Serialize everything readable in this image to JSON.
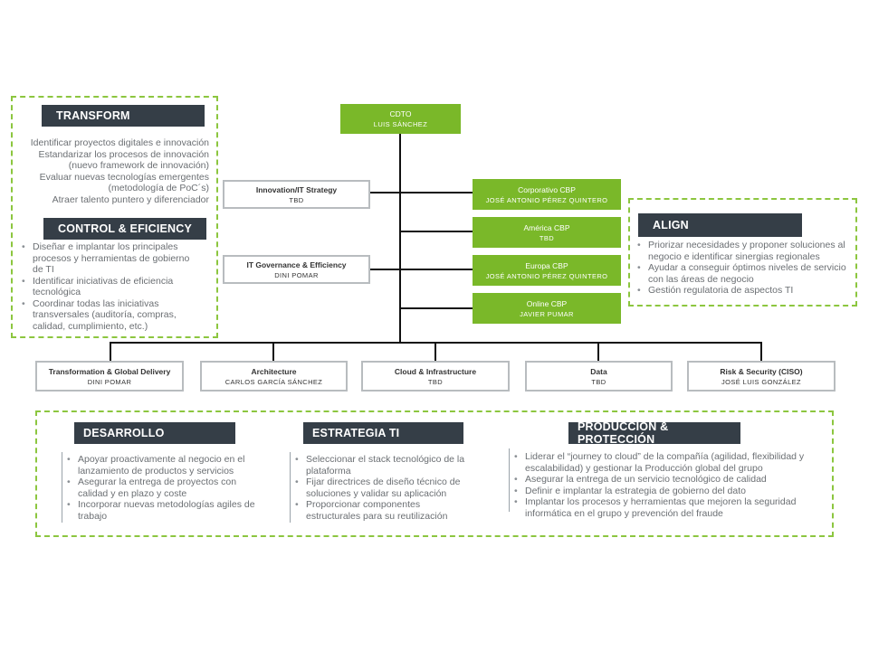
{
  "left": {
    "transform": {
      "title": "TRANSFORM",
      "lines": [
        "Identificar proyectos digitales e innovación",
        "Estandarizar los procesos de innovación",
        "(nuevo framework de innovación)",
        "Evaluar nuevas tecnologías emergentes",
        "(metodología de PoC´s)",
        "Atraer talento puntero y diferenciador"
      ]
    },
    "control": {
      "title": "CONTROL & EFICIENCY",
      "items": [
        "Diseñar e implantar los principales procesos y herramientas de gobierno de TI",
        "Identificar iniciativas de eficiencia tecnológica",
        "Coordinar todas las iniciativas transversales (auditoría, compras, calidad, cumplimiento, etc.)"
      ]
    }
  },
  "align": {
    "title": "ALIGN",
    "items": [
      "Priorizar necesidades y proponer soluciones al negocio e identificar sinergias regionales",
      "Ayudar a conseguir óptimos niveles de servicio con las áreas de negocio",
      "Gestión regulatoria de aspectos TI"
    ]
  },
  "org": {
    "cdto": {
      "title": "CDTO",
      "name": "LUIS SÁNCHEZ"
    },
    "staff_left": [
      {
        "title": "Innovation/IT Strategy",
        "name": "TBD"
      },
      {
        "title": "IT Governance & Efficiency",
        "name": "DINI POMAR"
      }
    ],
    "regions": [
      {
        "title": "Corporativo CBP",
        "name": "JOSÉ ANTONIO PÉREZ QUINTERO"
      },
      {
        "title": "América CBP",
        "name": "TBD"
      },
      {
        "title": "Europa CBP",
        "name": "JOSÉ ANTONIO PÉREZ QUINTERO"
      },
      {
        "title": "Online CBP",
        "name": "JAVIER PUMAR"
      }
    ],
    "departments": [
      {
        "title": "Transformation & Global Delivery",
        "name": "DINI POMAR"
      },
      {
        "title": "Architecture",
        "name": "CARLOS GARCÍA SÁNCHEZ"
      },
      {
        "title": "Cloud & Infrastructure",
        "name": "TBD"
      },
      {
        "title": "Data",
        "name": "TBD"
      },
      {
        "title": "Risk & Security (CISO)",
        "name": "JOSÉ LUIS GONZÁLEZ"
      }
    ]
  },
  "bottom": {
    "desarrollo": {
      "title": "DESARROLLO",
      "items": [
        "Apoyar proactivamente al negocio en el lanzamiento de productos y servicios",
        "Asegurar la entrega de proyectos con calidad y en plazo y coste",
        "Incorporar nuevas metodologías agiles de trabajo"
      ]
    },
    "estrategia": {
      "title": "ESTRATEGIA TI",
      "items": [
        "Seleccionar el stack tecnológico de la plataforma",
        "Fijar directrices de diseño técnico de soluciones y validar su aplicación",
        "Proporcionar componentes estructurales para su reutilización"
      ]
    },
    "produccion": {
      "title": "PRODUCCIÓN & PROTECCIÓN",
      "items": [
        "Liderar el “journey to cloud” de la compañía (agilidad, flexibilidad y escalabilidad) y gestionar la Producción global del grupo",
        "Asegurar la entrega de un servicio tecnológico de calidad",
        "Definir e implantar la estrategia de gobierno del dato",
        "Implantar los procesos y herramientas que mejoren la seguridad informática en el grupo y prevención del fraude"
      ]
    }
  }
}
